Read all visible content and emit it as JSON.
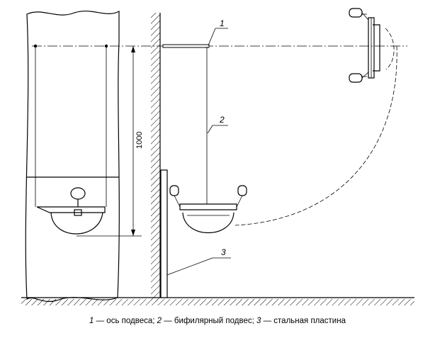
{
  "diagram": {
    "dimension_label": "1000",
    "callouts": [
      "1",
      "2",
      "3"
    ],
    "caption": {
      "n1": "1",
      "t1": " — ось подвеса; ",
      "n2": "2",
      "t2": " — бифилярный подвес; ",
      "n3": "3",
      "t3": " — стальная пластина"
    }
  }
}
